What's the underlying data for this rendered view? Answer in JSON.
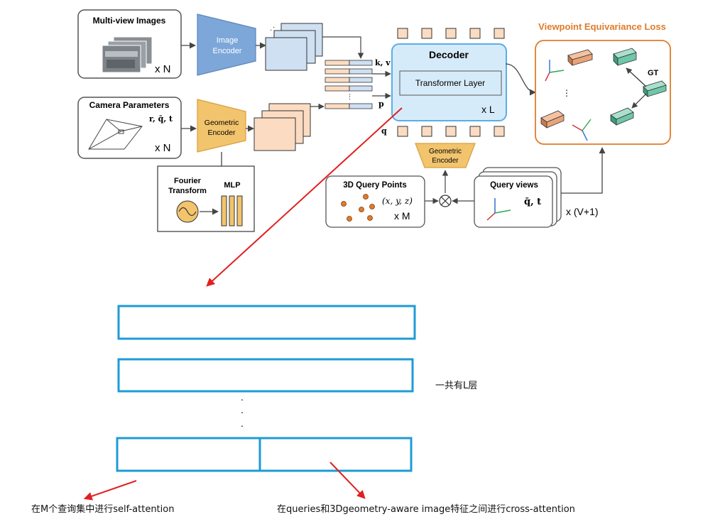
{
  "diagram": {
    "multiview": {
      "title": "Multi-view Images",
      "count": "x N"
    },
    "camera": {
      "title": "Camera Parameters",
      "symbols": "r, q̄, t",
      "count": "x N"
    },
    "image_encoder": {
      "line1": "Image",
      "line2": "Encoder"
    },
    "geometric_encoder": {
      "line1": "Geometric",
      "line2": "Encoder"
    },
    "fourier": {
      "line1": "Fourier",
      "line2": "Transform",
      "mlp": "MLP"
    },
    "kv_label": "k, v",
    "p_label": "p",
    "q_label": "q",
    "decoder": {
      "title": "Decoder",
      "layer": "Transformer Layer",
      "count": "x L"
    },
    "geo_encoder_small": {
      "line1": "Geometric",
      "line2": "Encoder"
    },
    "query_points": {
      "title": "3D Query Points",
      "coords": "(x, y, z)",
      "count": "x M"
    },
    "query_views": {
      "title": "Query views",
      "symbols": "q̄, t",
      "count": "x (V+1)"
    },
    "loss": {
      "title": "Viewpoint Equivariance Loss",
      "gt": "GT"
    },
    "dots": "⋮"
  },
  "annotations": {
    "layers_note": "一共有L层",
    "self_attention_note": "在M个查询集中进行self-attention",
    "cross_attention_note": "在queries和3Dgeometry-aware image特征之间进行cross-attention",
    "vertical_dots": [
      "·",
      "·",
      "·"
    ]
  },
  "colors": {
    "encoder_blue": "#7da7d9",
    "encoder_yellow": "#f2c46d",
    "decoder_fill": "#d6ebf9",
    "decoder_stroke": "#5aaee6",
    "loss_orange": "#e07b2a",
    "cube_orange": "#e9a37a",
    "cube_teal": "#6fc6a8",
    "layer_stroke": "#1e9bd7",
    "arrow_red": "#e02020"
  }
}
